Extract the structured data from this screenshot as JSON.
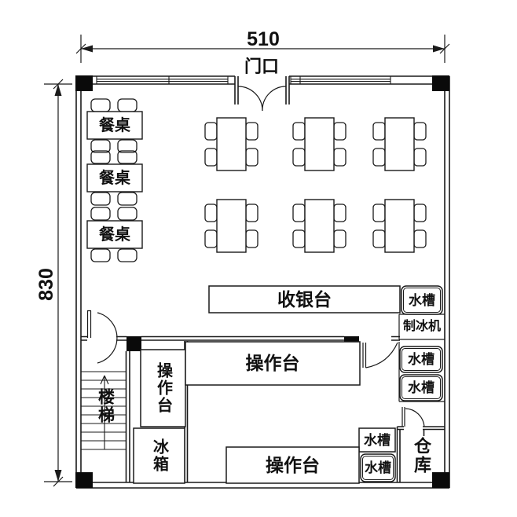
{
  "colors": {
    "line": "#1a1a1a",
    "background": "#ffffff",
    "column_fill": "#000000"
  },
  "dimensions": {
    "width_label": "510",
    "height_label": "830"
  },
  "entrance": {
    "label": "门口"
  },
  "wall_tables": [
    {
      "label": "餐桌"
    },
    {
      "label": "餐桌"
    },
    {
      "label": "餐桌"
    }
  ],
  "center_tables": {
    "count": 6,
    "rows": 2,
    "cols": 3,
    "chairs_per_table": 4
  },
  "cashier": {
    "label": "收银台"
  },
  "ice_maker": {
    "label": "制冰机"
  },
  "sinks": [
    {
      "label": "水槽",
      "position": "right-top"
    },
    {
      "label": "水槽",
      "position": "right-middle-1"
    },
    {
      "label": "水槽",
      "position": "right-middle-2"
    },
    {
      "label": "水槽",
      "position": "bottom-1"
    },
    {
      "label": "水槽",
      "position": "bottom-2"
    }
  ],
  "work_counters": [
    {
      "label": "操作台",
      "position": "kitchen-left-vertical"
    },
    {
      "label": "操作台",
      "position": "kitchen-center"
    },
    {
      "label": "操作台",
      "position": "kitchen-bottom"
    }
  ],
  "fridge": {
    "label": "冰箱"
  },
  "stairs": {
    "label": "楼梯"
  },
  "storage": {
    "label": "仓库"
  }
}
